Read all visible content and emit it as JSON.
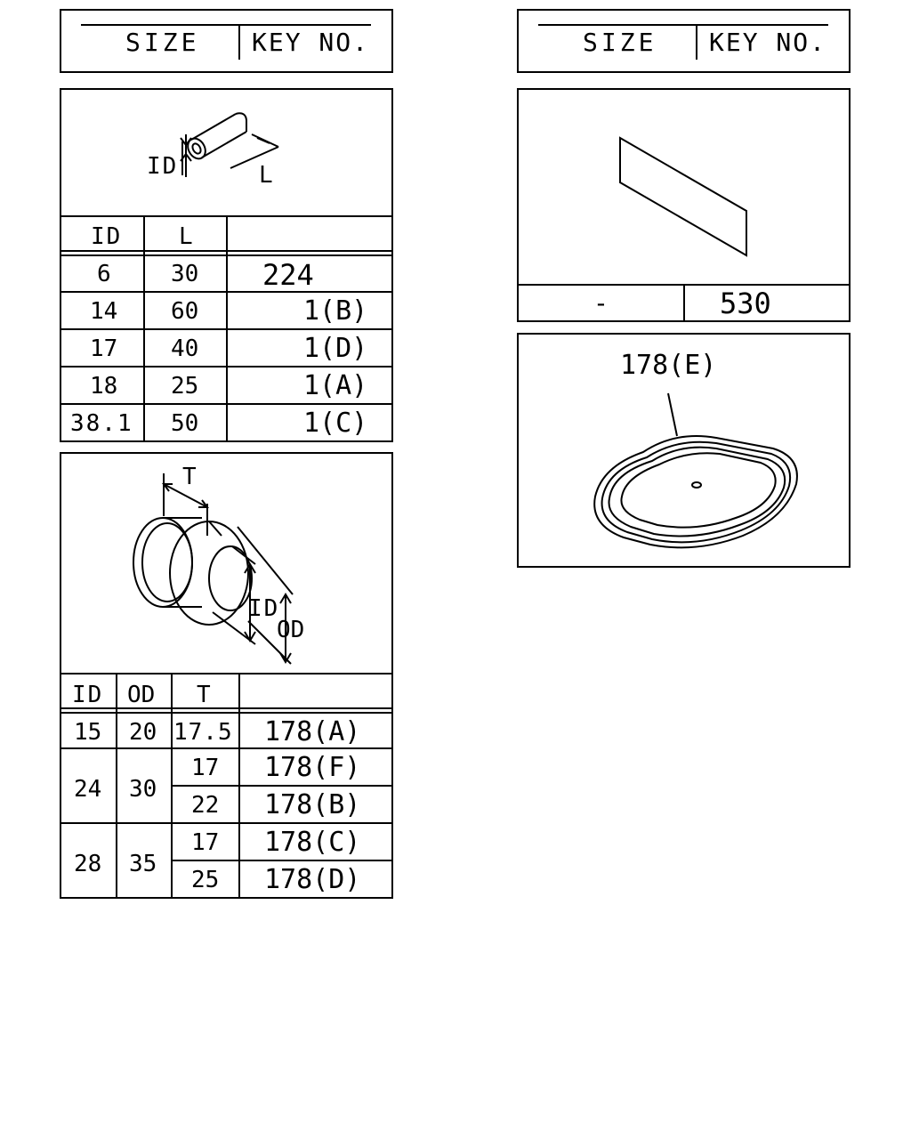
{
  "header_left": {
    "size_label": "SIZE",
    "key_label": "KEY NO."
  },
  "header_right": {
    "size_label": "SIZE",
    "key_label": "KEY NO."
  },
  "tube_panel": {
    "dim_id": "ID",
    "dim_l": "L",
    "columns": [
      "ID",
      "L",
      ""
    ],
    "rows": [
      {
        "id": "6",
        "l": "30",
        "key": "224"
      },
      {
        "id": "14",
        "l": "60",
        "key": "1(B)"
      },
      {
        "id": "17",
        "l": "40",
        "key": "1(D)"
      },
      {
        "id": "18",
        "l": "25",
        "key": "1(A)"
      },
      {
        "id": "38.1",
        "l": "50",
        "key": "1(C)"
      }
    ]
  },
  "grommet_panel": {
    "dim_t": "T",
    "dim_id": "ID",
    "dim_od": "OD",
    "columns": [
      "ID",
      "OD",
      "T",
      ""
    ],
    "rows": [
      {
        "id": "15",
        "od": "20",
        "t": "17.5",
        "key": "178(A)"
      },
      {
        "id": "24",
        "od": "30",
        "t": "17",
        "key": "178(F)"
      },
      {
        "id": "",
        "od": "",
        "t": "22",
        "key": "178(B)"
      },
      {
        "id": "28",
        "od": "35",
        "t": "17",
        "key": "178(C)"
      },
      {
        "id": "",
        "od": "",
        "t": "25",
        "key": "178(D)"
      }
    ]
  },
  "sheet_panel": {
    "size": "-",
    "key": "530"
  },
  "oval_panel": {
    "callout": "178(E)"
  }
}
